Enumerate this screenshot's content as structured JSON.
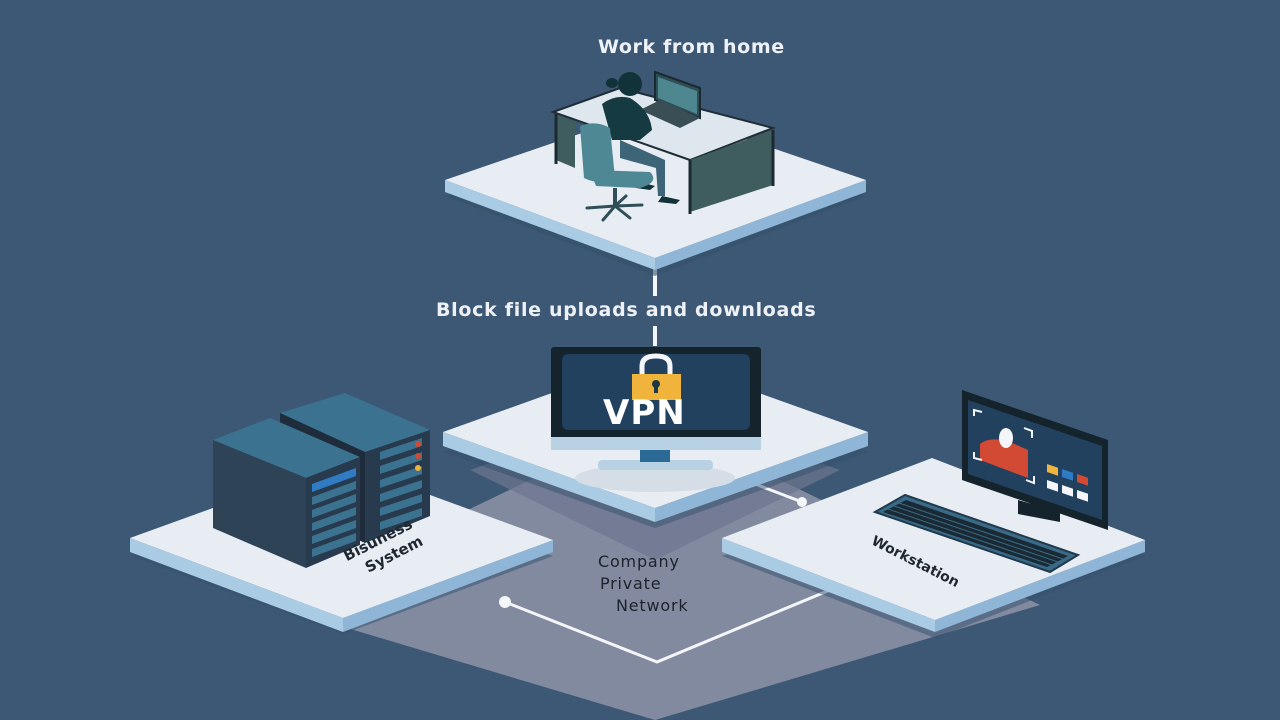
{
  "diagram": {
    "title_top": "Work from home",
    "title_middle": "Block file uploads and downloads",
    "vpn_label": "VPN",
    "network_label": [
      "Company",
      "Private",
      "Network"
    ],
    "business_label": [
      "Bisuness",
      "System"
    ],
    "workstation_label": "Workstation",
    "nodes": [
      {
        "id": "remote-worker",
        "label": "Work from home",
        "icon": "person-at-desk-icon"
      },
      {
        "id": "vpn-gateway",
        "label": "VPN",
        "icon": "vpn-monitor-lock-icon"
      },
      {
        "id": "business-system",
        "label": "Bisuness System",
        "icon": "server-rack-icon"
      },
      {
        "id": "workstation",
        "label": "Workstation",
        "icon": "desktop-computer-icon"
      }
    ],
    "edges": [
      {
        "from": "remote-worker",
        "to": "vpn-gateway",
        "label": "Block file uploads and downloads"
      },
      {
        "from": "vpn-gateway",
        "to": "workstation",
        "label": ""
      },
      {
        "from": "business-system",
        "to": "workstation",
        "label": "Company Private Network"
      }
    ],
    "colors": {
      "background": "#3d5874",
      "platform_top": "#e8edf4",
      "platform_edge": "#a9cbe4",
      "network_floor": "#828aa0",
      "lock": "#f0b43c",
      "screen": "#22415e",
      "accent_red": "#d24a33",
      "accent_blue": "#2f7cc4"
    }
  }
}
